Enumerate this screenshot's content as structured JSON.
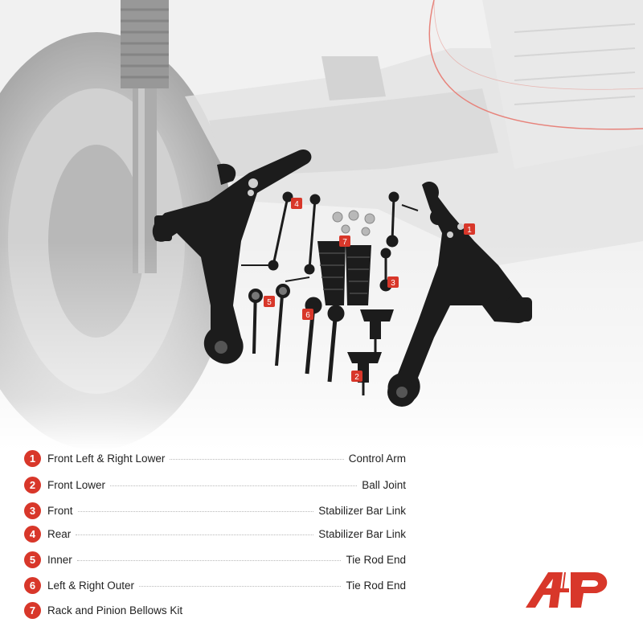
{
  "colors": {
    "accent": "#d8372a",
    "text": "#222222",
    "part_black": "#1c1c1c"
  },
  "image": {
    "description_icon": "suspension-kit-photo",
    "badges": [
      "1",
      "2",
      "3",
      "4",
      "5",
      "6",
      "7"
    ]
  },
  "legend": [
    {
      "number": "1",
      "left": "Front Left  &  Right Lower",
      "right": "Control Arm"
    },
    {
      "number": "2",
      "left": "Front Lower",
      "right": "Ball Joint"
    },
    {
      "number": "3",
      "left": "Front",
      "right": "Stabilizer Bar Link"
    },
    {
      "number": "4",
      "left": "Rear",
      "right": "Stabilizer Bar Link"
    },
    {
      "number": "5",
      "left": "Inner",
      "right": "Tie Rod End"
    },
    {
      "number": "6",
      "left": "Left  &  Right Outer",
      "right": "Tie Rod End"
    },
    {
      "number": "7",
      "left": "Rack and Pinion Bellows Kit",
      "right": ""
    }
  ],
  "brand": {
    "logo_icon": "a-premium-logo"
  }
}
